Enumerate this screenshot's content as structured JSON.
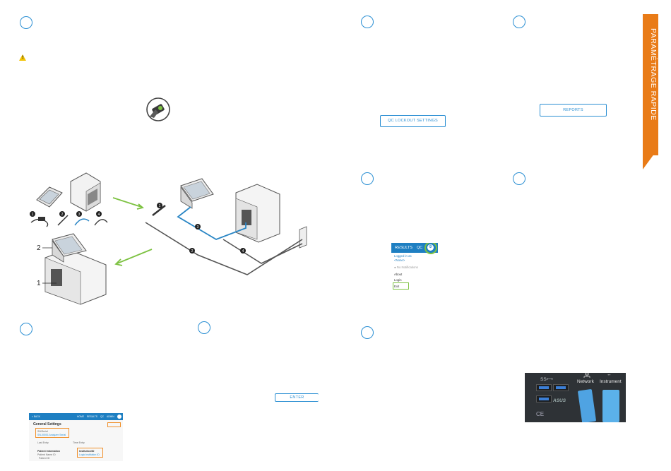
{
  "side_tab": {
    "label": "PARAMÉTRAGE RAPIDE",
    "color": "#e97b17"
  },
  "accent_color": "#2b8fd3",
  "warning_icon": {
    "symbol": "!",
    "color": "#f2c200"
  },
  "buttons": {
    "qc_lockout": "QC LOCKOUT SETTINGS",
    "reports": "REPORTS",
    "enter": "ENTER"
  },
  "callouts": {
    "one": "1",
    "two": "2",
    "accessory_1": "1",
    "accessory_2": "2",
    "accessory_3": "3",
    "accessory_4": "4",
    "cable_1": "1",
    "cable_2": "2",
    "cable_3": "3",
    "cable_4": "4"
  },
  "menu": {
    "tab_results": "RESULTS",
    "tab_qc": "QC",
    "logged_in_as": "Logged in as",
    "user": "<None>",
    "notifications": "● No Notifications",
    "about": "About",
    "login": "Login",
    "exit": "Exit"
  },
  "settings": {
    "back": "< BACK",
    "home": "HOME",
    "results": "RESULTS",
    "qc": "QC",
    "admin": "ADMIN",
    "title": "General Settings",
    "field_1": "SN/Serial",
    "field_1_value": "SN-00001 Analyzer Serial",
    "row_a": "Last Entry",
    "row_b": "Time Entry",
    "patient_info": "Patient Information",
    "patient_sub": "Patient Name ID",
    "patient_sub2": "Patient ID",
    "institution": "Institution/ID",
    "institution_value": "Logic Institution ID"
  },
  "photo": {
    "usb_label": "SS⟷",
    "network": "Network",
    "instrument": "Instrument",
    "instrument_icon": "↔",
    "network_icon": "network-icon",
    "brand": "ASUS",
    "ce": "CE"
  }
}
